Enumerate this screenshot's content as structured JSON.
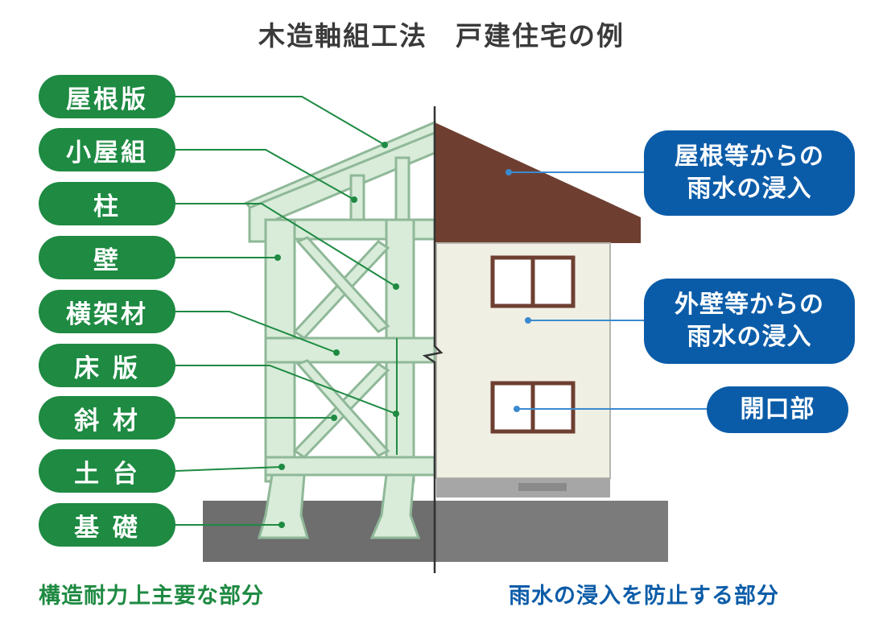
{
  "title": "木造軸組工法　戸建住宅の例",
  "structural_labels": [
    "屋根版",
    "小屋組",
    "柱",
    "壁",
    "横架材",
    "床 版",
    "斜 材",
    "土 台",
    "基 礎"
  ],
  "rain_labels": {
    "roof": [
      "屋根等からの",
      "雨水の浸入"
    ],
    "wall": [
      "外壁等からの",
      "雨水の浸入"
    ],
    "opening": "開口部"
  },
  "captions": {
    "left": "構造耐力上主要な部分",
    "right": "雨水の浸入を防止する部分"
  },
  "colors": {
    "green": "#1e8a42",
    "blue": "#0b5ca8",
    "frame": "#d8ecd9",
    "frame_edge": "#8fb898",
    "roof": "#6e3f31",
    "wall": "#f0efe4",
    "ground": "#707070"
  }
}
